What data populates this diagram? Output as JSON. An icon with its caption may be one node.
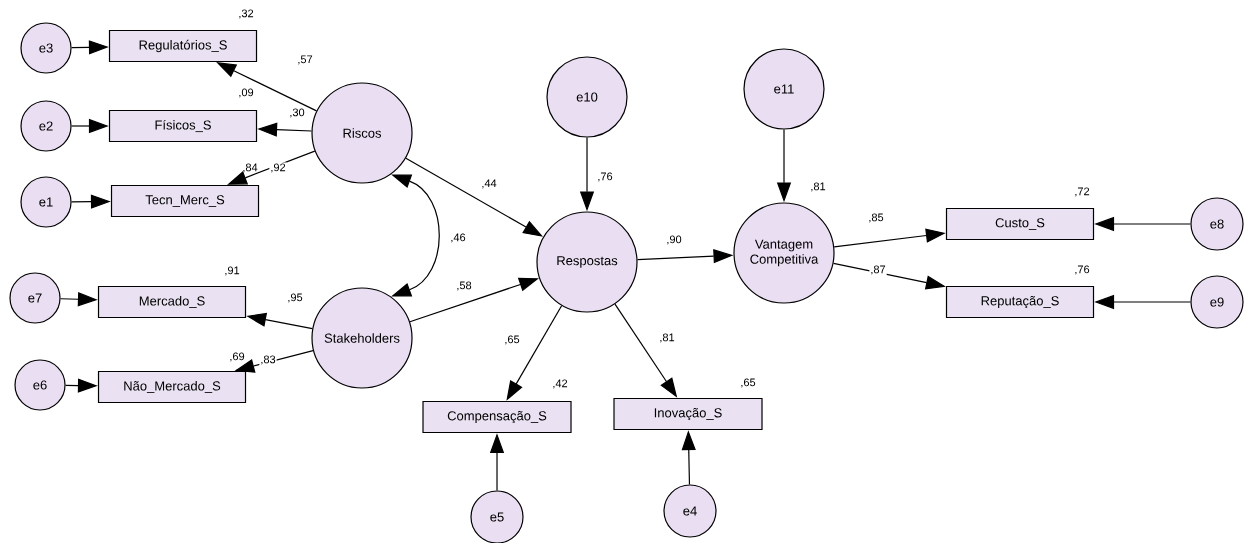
{
  "diagram": {
    "nodes": [
      {
        "text": [
          "e3"
        ]
      },
      {
        "text": [
          "Regulatórios_S"
        ],
        "beside": [
          ",32"
        ]
      },
      {
        "text": [
          "e2"
        ]
      },
      {
        "text": [
          "Físicos_S"
        ],
        "beside": [
          ",09"
        ]
      },
      {
        "text": [
          "e1"
        ]
      },
      {
        "text": [
          "Tecn_Merc_S"
        ],
        "beside": [
          ",84"
        ]
      },
      {
        "text": [
          "Riscos"
        ]
      },
      {
        "text": [
          "e7"
        ]
      },
      {
        "text": [
          "Mercado_S"
        ],
        "beside": [
          ",91"
        ]
      },
      {
        "text": [
          "e6"
        ]
      },
      {
        "text": [
          "Não_Mercado_S"
        ],
        "beside": [
          ",69"
        ]
      },
      {
        "text": [
          "Stakeholders"
        ]
      },
      {
        "text": [
          "e10"
        ]
      },
      {
        "text": [
          "Respostas"
        ],
        "beside": [
          ",76"
        ]
      },
      {
        "text": [
          "e11"
        ]
      },
      {
        "text": [
          "Vantagem Competitiva"
        ],
        "beside": [
          ",81"
        ]
      },
      {
        "text": [
          "Compensação_S"
        ],
        "beside": [
          ",42"
        ]
      },
      {
        "text": [
          "Inovação_S"
        ],
        "beside": [
          ",65"
        ]
      },
      {
        "text": [
          "Custo_S"
        ],
        "beside": [
          ",72"
        ]
      },
      {
        "text": [
          "Reputação_S"
        ],
        "beside": [
          ",76"
        ]
      },
      {
        "text": [
          "e5"
        ]
      },
      {
        "text": [
          "e4"
        ]
      },
      {
        "text": [
          "e8"
        ]
      },
      {
        "text": [
          "e9"
        ]
      }
    ],
    "edges": [
      {
        "from": 0,
        "to": 1,
        "arrow": "to"
      },
      {
        "from": 2,
        "to": 3,
        "arrow": "to"
      },
      {
        "from": 4,
        "to": 5,
        "arrow": "to"
      },
      {
        "from": 6,
        "to": 1,
        "arrow": "to",
        "label": ",57"
      },
      {
        "from": 6,
        "to": 3,
        "arrow": "to",
        "label": ",30"
      },
      {
        "from": 6,
        "to": 5,
        "arrow": "to",
        "label": ",92"
      },
      {
        "from": 7,
        "to": 8,
        "arrow": "to"
      },
      {
        "from": 9,
        "to": 10,
        "arrow": "to"
      },
      {
        "from": 11,
        "to": 8,
        "arrow": "to",
        "label": ",95"
      },
      {
        "from": 11,
        "to": 10,
        "arrow": "to",
        "label": ",83"
      },
      {
        "from": 6,
        "to": 11,
        "arrow": "both",
        "label": ",46"
      },
      {
        "from": 6,
        "to": 13,
        "arrow": "to",
        "label": ",44"
      },
      {
        "from": 11,
        "to": 13,
        "arrow": "to",
        "label": ",58"
      },
      {
        "from": 12,
        "to": 13,
        "arrow": "to"
      },
      {
        "from": 14,
        "to": 15,
        "arrow": "to"
      },
      {
        "from": 13,
        "to": 15,
        "arrow": "to",
        "label": ",90"
      },
      {
        "from": 13,
        "to": 16,
        "arrow": "to",
        "label": ",65"
      },
      {
        "from": 13,
        "to": 17,
        "arrow": "to",
        "label": ",81"
      },
      {
        "from": 20,
        "to": 16,
        "arrow": "to"
      },
      {
        "from": 21,
        "to": 17,
        "arrow": "to"
      },
      {
        "from": 15,
        "to": 18,
        "arrow": "to",
        "label": ",85"
      },
      {
        "from": 15,
        "to": 19,
        "arrow": "to",
        "label": ",87"
      },
      {
        "from": 22,
        "to": 18,
        "arrow": "to"
      },
      {
        "from": 23,
        "to": 19,
        "arrow": "to"
      }
    ]
  }
}
